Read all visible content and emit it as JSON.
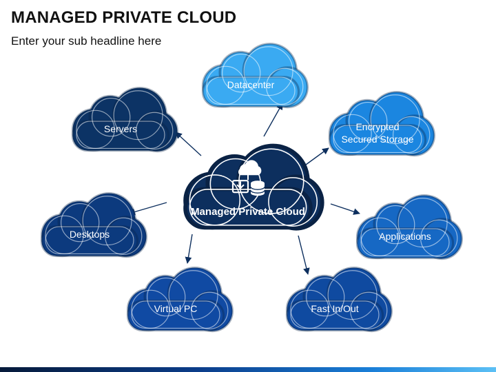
{
  "header": {
    "title": "MANAGED PRIVATE CLOUD",
    "subtitle": "Enter your sub headline here"
  },
  "center": {
    "label": "Managed Private Cloud",
    "icon": "cloud-server-database-icon",
    "color": "#0d2f5e"
  },
  "nodes": [
    {
      "id": "datacenter",
      "lines": [
        "Datacenter"
      ],
      "color": "#3aaaf2"
    },
    {
      "id": "encrypted-storage",
      "lines": [
        "Encrypted",
        "Secured Storage"
      ],
      "color": "#1b86e0"
    },
    {
      "id": "applications",
      "lines": [
        "Applications"
      ],
      "color": "#1668c4"
    },
    {
      "id": "fast-in-out",
      "lines": [
        "Fast In/Out"
      ],
      "color": "#0f4aa0"
    },
    {
      "id": "virtual-pc",
      "lines": [
        "Virtual PC"
      ],
      "color": "#104aa3"
    },
    {
      "id": "desktops",
      "lines": [
        "Desktops"
      ],
      "color": "#0c3a7e"
    },
    {
      "id": "servers",
      "lines": [
        "Servers"
      ],
      "color": "#0c3365"
    }
  ]
}
